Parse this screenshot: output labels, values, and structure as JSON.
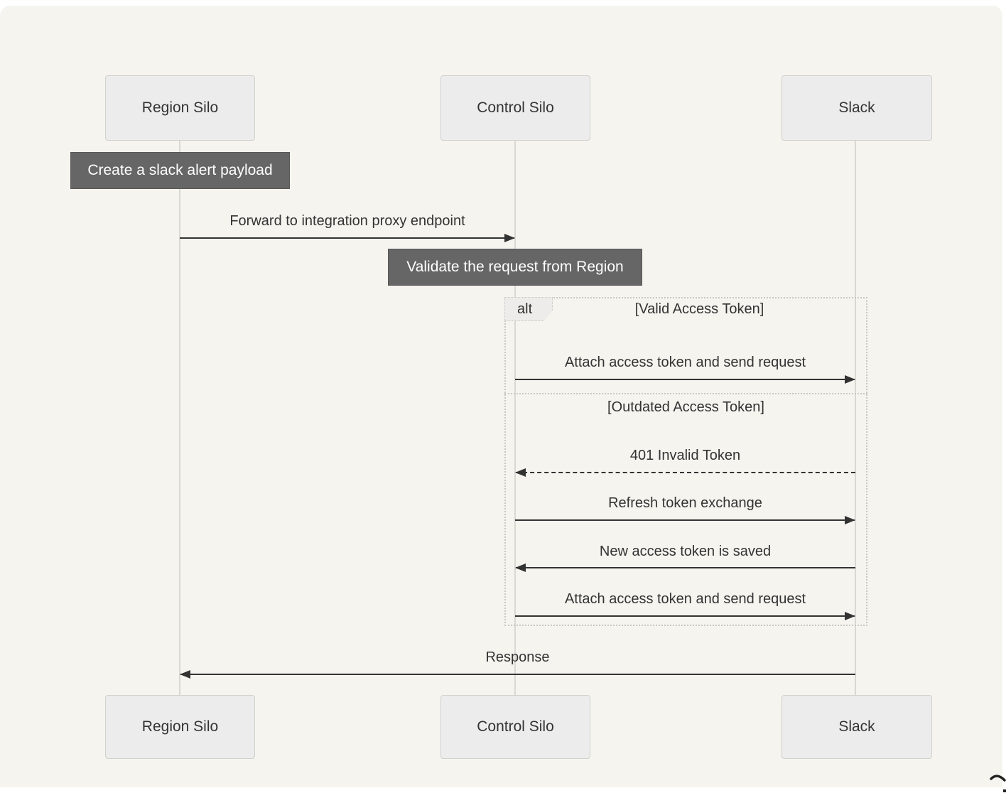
{
  "actors": [
    {
      "label": "Region Silo"
    },
    {
      "label": "Control Silo"
    },
    {
      "label": "Slack"
    }
  ],
  "notes": [
    {
      "text": "Create a slack alert payload",
      "over": "Region Silo"
    },
    {
      "text": "Validate the request from Region",
      "over": "Control Silo"
    }
  ],
  "messages": [
    {
      "text": "Forward to integration proxy endpoint",
      "from": "Region Silo",
      "to": "Control Silo",
      "style": "solid"
    },
    {
      "text": "Attach access token and send request",
      "from": "Control Silo",
      "to": "Slack",
      "style": "solid"
    },
    {
      "text": "401 Invalid Token",
      "from": "Slack",
      "to": "Control Silo",
      "style": "dashed"
    },
    {
      "text": "Refresh token exchange",
      "from": "Control Silo",
      "to": "Slack",
      "style": "solid"
    },
    {
      "text": "New access token is saved",
      "from": "Slack",
      "to": "Control Silo",
      "style": "solid"
    },
    {
      "text": "Attach access token and send request",
      "from": "Control Silo",
      "to": "Slack",
      "style": "solid"
    },
    {
      "text": "Response",
      "from": "Slack",
      "to": "Region Silo",
      "style": "solid"
    }
  ],
  "alt_frame": {
    "label": "alt",
    "conditions": [
      {
        "text": "[Valid Access Token]"
      },
      {
        "text": "[Outdated Access Token]"
      }
    ]
  },
  "colors": {
    "background": "#f5f4ef",
    "actor_fill": "#ececec",
    "actor_border": "#d0d0cd",
    "note_fill": "#666666",
    "note_text": "#ffffff",
    "line": "#333333",
    "lifeline": "#d9d8d3",
    "frame_border": "#c8c7c2"
  }
}
